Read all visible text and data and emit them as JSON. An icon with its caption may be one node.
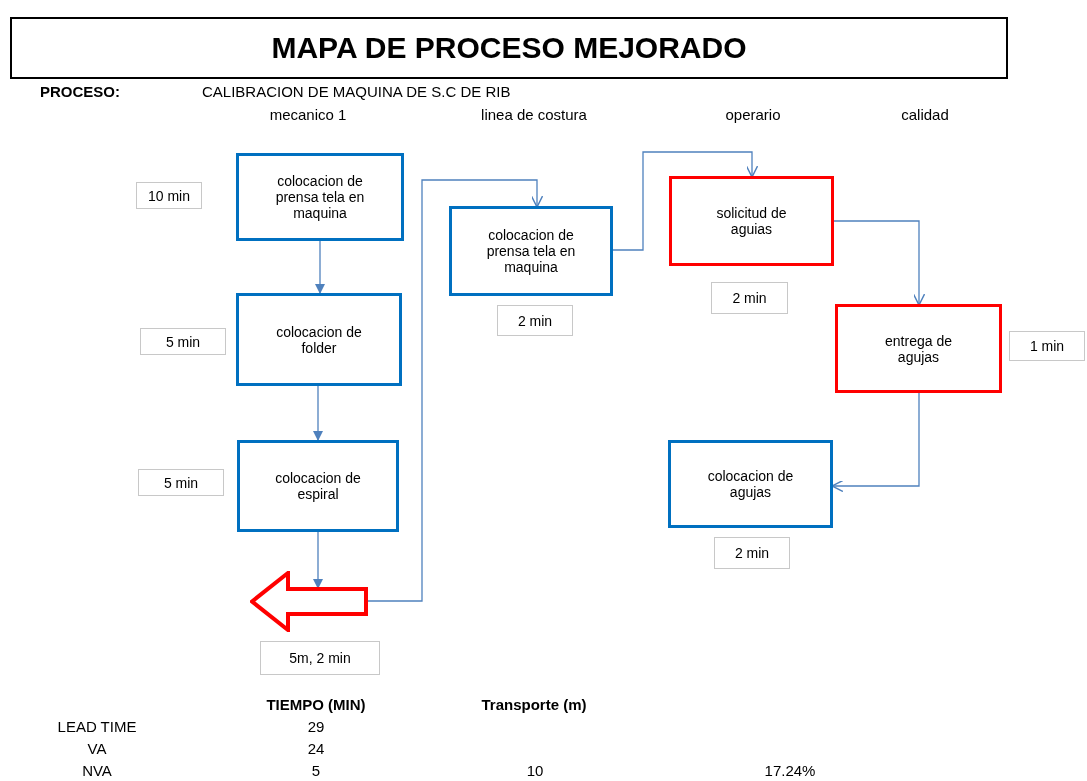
{
  "diagram": {
    "title": "MAPA DE PROCESO MEJORADO",
    "nodes": [
      {
        "text": [
          "colocacion de prensa tela en maquina"
        ],
        "beside": [
          "10 min"
        ]
      },
      {
        "text": [
          "colocacion de folder"
        ],
        "beside": [
          "5 min"
        ]
      },
      {
        "text": [
          "colocacion de espiral"
        ],
        "beside": [
          "5 min"
        ]
      },
      {
        "text": [],
        "shape": "arrow",
        "beside": [
          "5m, 2 min"
        ]
      },
      {
        "text": [
          "colocacion de prensa tela en maquina"
        ],
        "beside": [
          "2 min"
        ]
      },
      {
        "text": [
          "solicitud de aguias"
        ],
        "beside": [
          "2 min"
        ]
      },
      {
        "text": [
          "entrega de agujas"
        ],
        "beside": [
          "1 min"
        ]
      },
      {
        "text": [
          "colocacion de agujas"
        ],
        "beside": [
          "2 min"
        ]
      }
    ],
    "edges": [
      {
        "from": 0,
        "to": 1,
        "arrow": "to"
      },
      {
        "from": 1,
        "to": 2,
        "arrow": "to"
      },
      {
        "from": 2,
        "to": 3,
        "arrow": "to"
      },
      {
        "from": 3,
        "to": 4,
        "arrow": "to"
      },
      {
        "from": 4,
        "to": 5,
        "arrow": "to"
      },
      {
        "from": 5,
        "to": 6,
        "arrow": "to"
      },
      {
        "from": 6,
        "to": 7,
        "arrow": "to"
      }
    ],
    "labels": [
      "PROCESO:",
      "CALIBRACION DE MAQUINA DE S.C DE RIB",
      "mecanico 1",
      "linea de costura",
      "operario",
      "calidad",
      "TIEMPO (MIN)",
      "Transporte (m)",
      "LEAD TIME",
      "29",
      "VA",
      "24",
      "NVA",
      "5",
      "10",
      "17.24%"
    ]
  }
}
